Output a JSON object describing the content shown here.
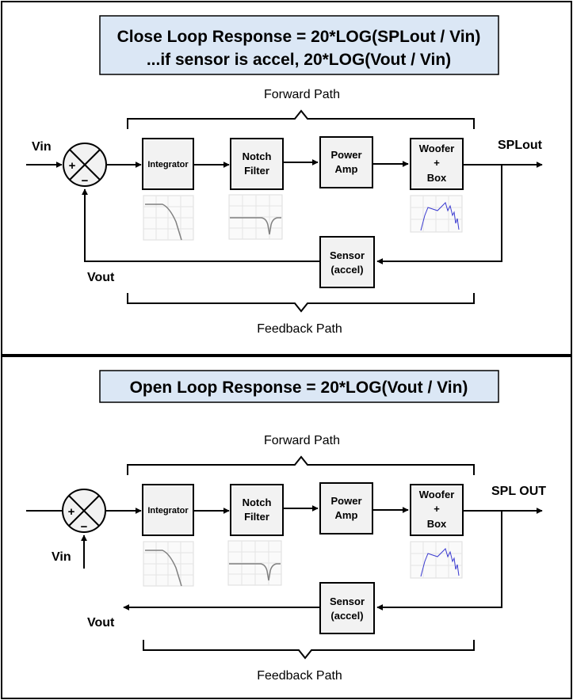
{
  "closed_loop": {
    "title_line1": "Close Loop Response = 20*LOG(SPLout / Vin)",
    "title_line2": "...if sensor is accel, 20*LOG(Vout / Vin)",
    "forward_label": "Forward  Path",
    "feedback_label": "Feedback Path",
    "input_label": "Vin",
    "output_label": "SPLout",
    "vout_label": "Vout",
    "plus": "+",
    "minus": "−",
    "integrator": "Integrator",
    "notch_l1": "Notch",
    "notch_l2": "Filter",
    "amp_l1": "Power",
    "amp_l2": "Amp",
    "woofer_l1": "Woofer",
    "woofer_l2": "+",
    "woofer_l3": "Box",
    "sensor_l1": "Sensor",
    "sensor_l2": "(accel)"
  },
  "open_loop": {
    "title": "Open Loop Response = 20*LOG(Vout / Vin)",
    "forward_label": "Forward  Path",
    "feedback_label": "Feedback Path",
    "input_label": "Vin",
    "output_label": "SPL OUT",
    "vout_label": "Vout",
    "plus": "+",
    "minus": "−",
    "integrator": "Integrator",
    "notch_l1": "Notch",
    "notch_l2": "Filter",
    "amp_l1": "Power",
    "amp_l2": "Amp",
    "woofer_l1": "Woofer",
    "woofer_l2": "+",
    "woofer_l3": "Box",
    "sensor_l1": "Sensor",
    "sensor_l2": "(accel)"
  },
  "colors": {
    "title_fill": "#dbe7f5",
    "block_fill": "#f2f2f2",
    "line": "#000000",
    "plot_grid": "#dcdcdc",
    "plot_curve_gray": "#808080",
    "plot_curve_blue": "#3a3ad0"
  }
}
